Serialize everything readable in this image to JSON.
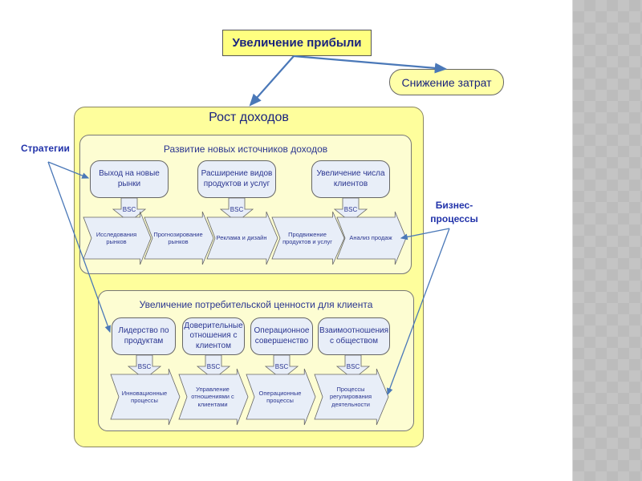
{
  "top_goal": "Увеличение прибыли",
  "cost_reduction": "Снижение затрат",
  "revenue_growth": "Рост доходов",
  "labels": {
    "strategies": "Стратегии",
    "business_processes_line1": "Бизнес-",
    "business_processes_line2": "процессы"
  },
  "group1": {
    "title": "Развитие новых источников доходов",
    "strategies": [
      "Выход на новые рынки",
      "Расширение видов продуктов и услуг",
      "Увеличение числа клиентов"
    ],
    "bsc": [
      "BSC",
      "BSC",
      "BSC"
    ],
    "processes": [
      "Исследования рынков",
      "Прогнозирование рынков",
      "Реклама и дизайн",
      "Продвижение продуктов и услуг",
      "Анализ продаж"
    ]
  },
  "group2": {
    "title": "Увеличение потребительской ценности для клиента",
    "strategies": [
      "Лидерство по продуктам",
      "Доверительные отношения с клиентом",
      "Операционное совершенство",
      "Взаимоотношения с обществом"
    ],
    "bsc": [
      "BSC",
      "BSC",
      "BSC",
      "BSC"
    ],
    "processes": [
      "Инновационные процессы",
      "Управление отношениями с клиентами",
      "Операционные процессы",
      "Процессы регулирования деятельности"
    ]
  },
  "colors": {
    "goal_fill": "#ffff80",
    "outer_fill": "#fefe9c",
    "inner_fill": "#fdfdd2",
    "node_fill": "#e8eef8",
    "text": "#1a237e",
    "arrow": "#4a78b8"
  }
}
